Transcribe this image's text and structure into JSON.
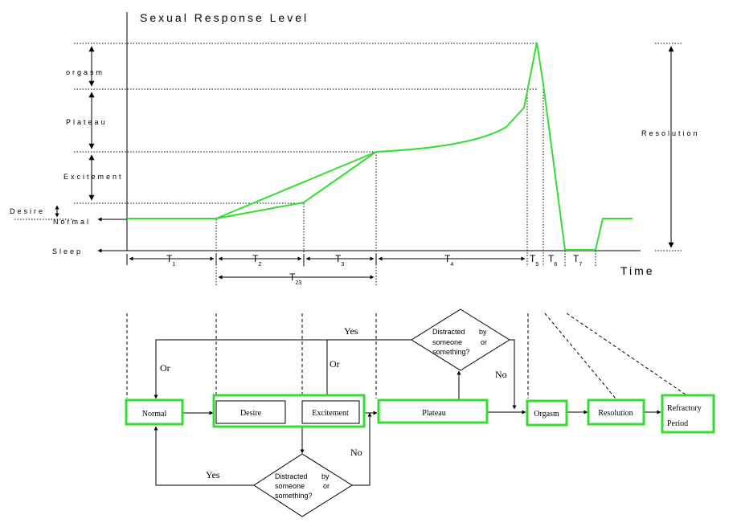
{
  "title": "Sexual Response Level",
  "time_label": "Time",
  "levels": {
    "orgasm": "orgasm",
    "plateau": "Plateau",
    "excitement": "Excitement",
    "desire": "Desire",
    "normal": "Normal",
    "sleep": "Sleep",
    "resolution": "Resolution"
  },
  "intervals": {
    "t1": {
      "main": "T",
      "sub": "1"
    },
    "t2": {
      "main": "T",
      "sub": "2"
    },
    "t3": {
      "main": "T",
      "sub": "3"
    },
    "t4": {
      "main": "T",
      "sub": "4"
    },
    "t5": {
      "main": "T",
      "sub": "5"
    },
    "t6": {
      "main": "T",
      "sub": "6"
    },
    "t7": {
      "main": "T",
      "sub": "7"
    },
    "t23": {
      "main": "T",
      "sub": "23"
    }
  },
  "flow": {
    "normal": "Normal",
    "desire": "Desire",
    "excitement": "Excitement",
    "plateau": "Plateau",
    "orgasm": "Orgasm",
    "resolution": "Resolution",
    "refractory_line1": "Refractory",
    "refractory_line2": "Period",
    "diamond_top": {
      "l1a": "Distracted",
      "l1b": "by",
      "l2a": "someone",
      "l2b": "or",
      "l3": "something?"
    },
    "diamond_bottom": {
      "l1a": "Distracted",
      "l1b": "by",
      "l2a": "someone",
      "l2b": "or",
      "l3": "something?"
    },
    "yes_top": "Yes",
    "yes_bottom": "Yes",
    "no_top": "No",
    "no_bottom": "No",
    "or_left": "Or",
    "or_right": "Or"
  }
}
